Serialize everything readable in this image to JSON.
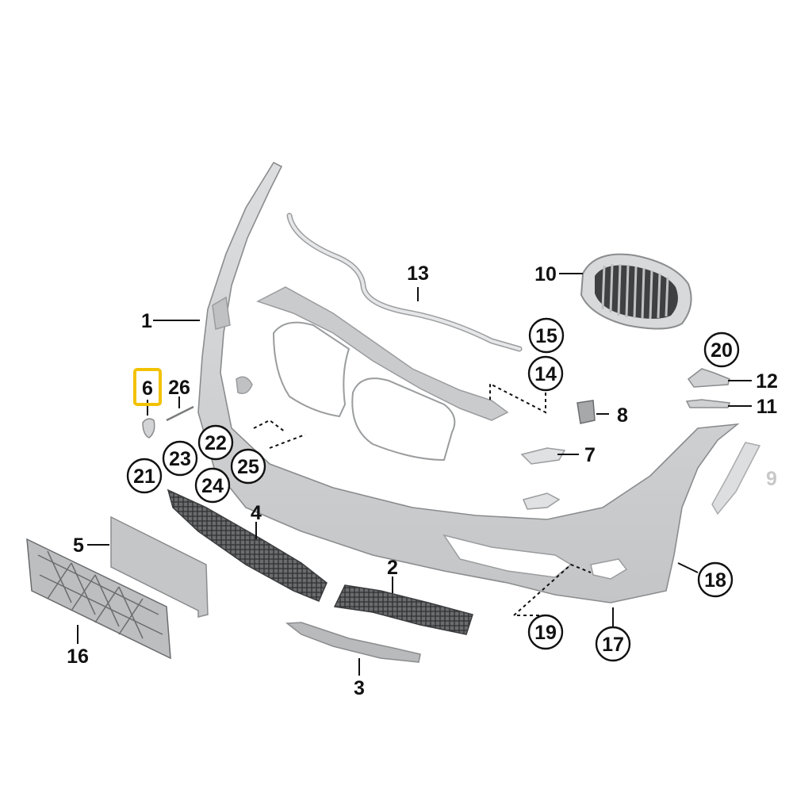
{
  "diagram": {
    "highlighted_part": "6",
    "highlight_color": "#f2c200",
    "part_fill": "#d2d4d5",
    "part_shade": "#b6b8ba",
    "mesh_color": "#4a4c4e",
    "labels": {
      "p1": "1",
      "p2": "2",
      "p3": "3",
      "p4": "4",
      "p5": "5",
      "p6": "6",
      "p7": "7",
      "p8": "8",
      "p9": "9",
      "p10": "10",
      "p11": "11",
      "p12": "12",
      "p13": "13",
      "p14": "14",
      "p15": "15",
      "p16": "16",
      "p17": "17",
      "p18": "18",
      "p19": "19",
      "p20": "20",
      "p21": "21",
      "p22": "22",
      "p23": "23",
      "p24": "24",
      "p25": "25",
      "p26": "26"
    }
  }
}
